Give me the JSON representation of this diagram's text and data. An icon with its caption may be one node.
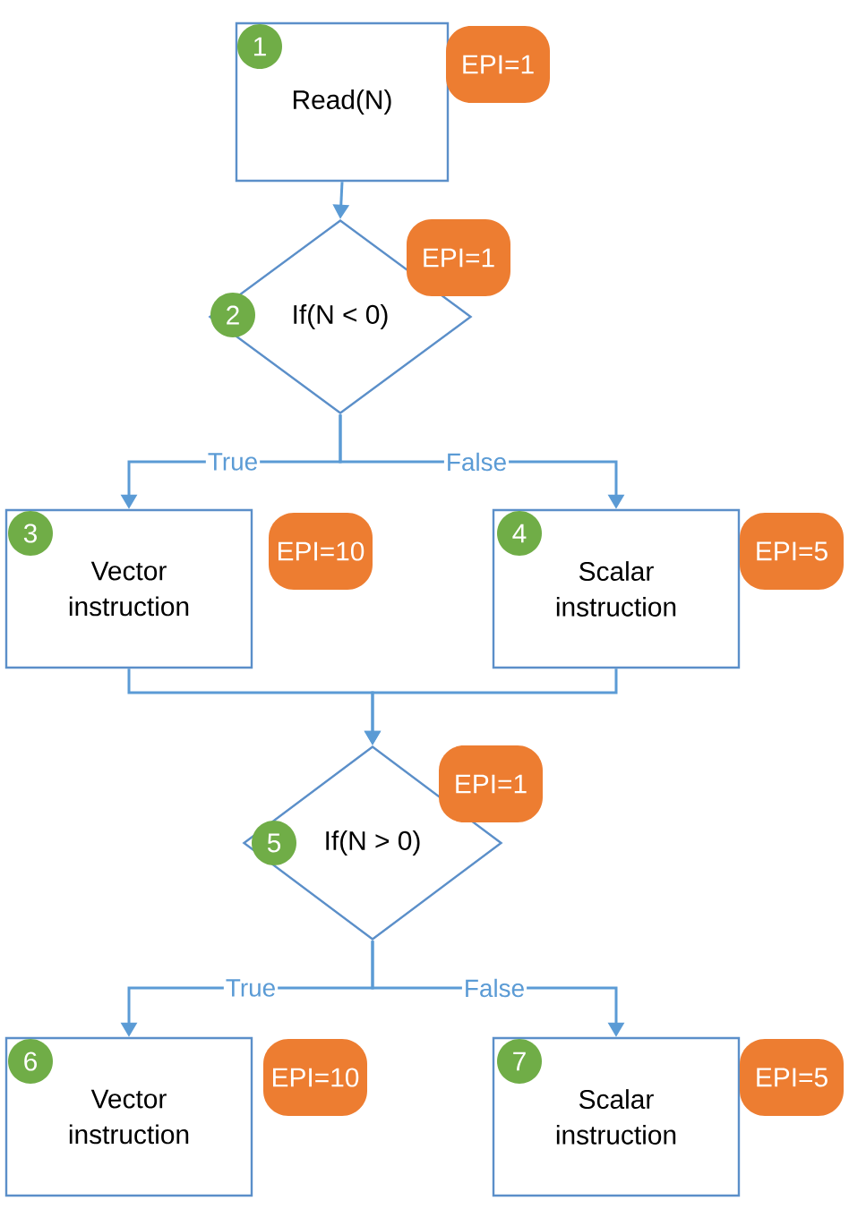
{
  "diagram": {
    "nodes": [
      {
        "text": [
          "1",
          "Read(N)"
        ],
        "beside": [
          "EPI=1"
        ]
      },
      {
        "text": [
          "2",
          "If(N < 0)"
        ],
        "beside": [
          "EPI=1"
        ]
      },
      {
        "text": [
          "3",
          "Vector instruction"
        ],
        "beside": [
          "EPI=10"
        ]
      },
      {
        "text": [
          "4",
          "Scalar instruction"
        ],
        "beside": [
          "EPI=5"
        ]
      },
      {
        "text": [
          "5",
          "If(N > 0)"
        ],
        "beside": [
          "EPI=1"
        ]
      },
      {
        "text": [
          "6",
          "Vector instruction"
        ],
        "beside": [
          "EPI=10"
        ]
      },
      {
        "text": [
          "7",
          "Scalar instruction"
        ],
        "beside": [
          "EPI=5"
        ]
      }
    ],
    "edges": [
      {
        "from": 0,
        "to": 1,
        "arrow": "to"
      },
      {
        "from": 1,
        "to": 2,
        "arrow": "to",
        "label": "True"
      },
      {
        "from": 1,
        "to": 3,
        "arrow": "to",
        "label": "False"
      },
      {
        "from": 2,
        "to": 4,
        "arrow": "to"
      },
      {
        "from": 3,
        "to": 4,
        "arrow": "to"
      },
      {
        "from": 4,
        "to": 5,
        "arrow": "to",
        "label": "True"
      },
      {
        "from": 4,
        "to": 6,
        "arrow": "to",
        "label": "False"
      }
    ]
  }
}
